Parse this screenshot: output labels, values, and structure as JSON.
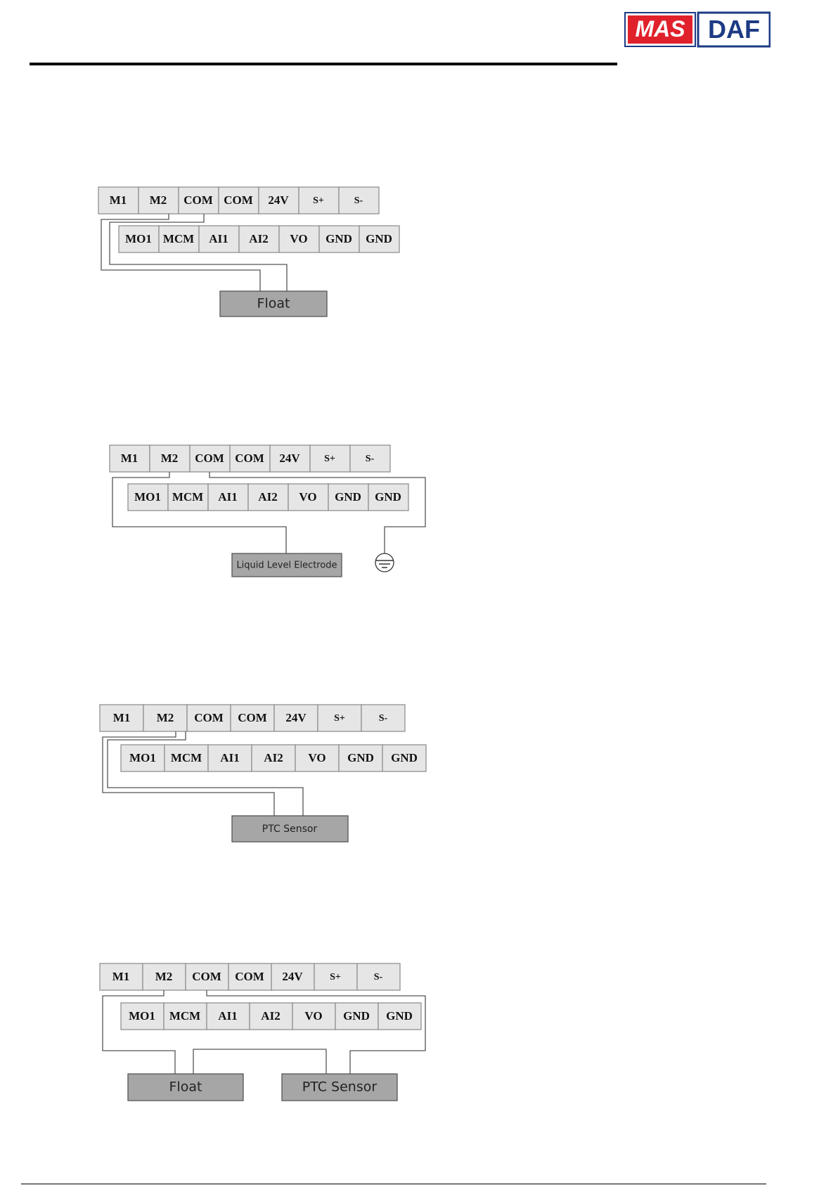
{
  "logo": {
    "left": "MAS",
    "right": "DAF",
    "left_color": "#e0212b",
    "right_color": "#1d3b84"
  },
  "terminals": {
    "top": [
      "M1",
      "M2",
      "COM",
      "COM",
      "24V",
      "S+",
      "S-"
    ],
    "bottom": [
      "MO1",
      "MCM",
      "AI1",
      "AI2",
      "VO",
      "GND",
      "GND"
    ]
  },
  "diagrams": [
    {
      "devices": [
        "Float"
      ],
      "ground_icon": false
    },
    {
      "devices": [
        "Liquid Level Electrode"
      ],
      "ground_icon": true
    },
    {
      "devices": [
        "PTC Sensor"
      ],
      "ground_icon": false
    },
    {
      "devices": [
        "Float",
        "PTC Sensor"
      ],
      "ground_icon": false
    }
  ]
}
